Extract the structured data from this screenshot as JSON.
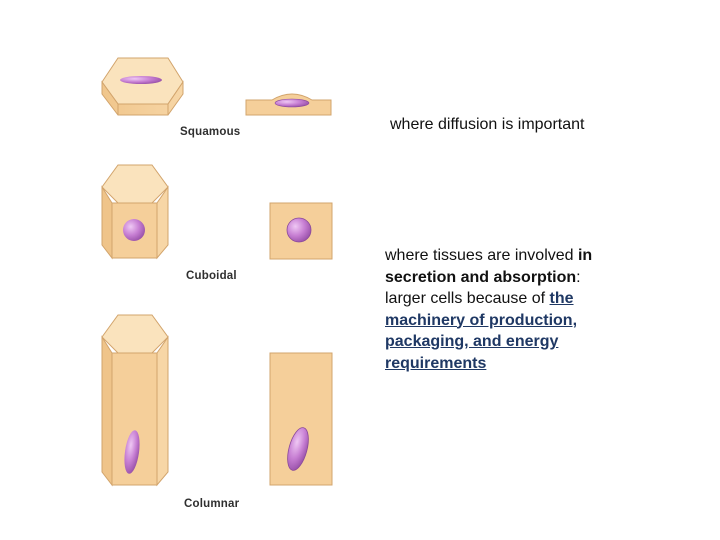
{
  "labels": {
    "squamous": "Squamous",
    "cuboidal": "Cuboidal",
    "columnar": "Columnar"
  },
  "notes": {
    "squamous": "where diffusion is important",
    "columnar": {
      "part1": "where tissues are involved ",
      "part2_bold": "in secretion and absorption",
      "part3": ": larger cells because of ",
      "link": "the machinery of production, packaging, and energy requirements"
    }
  },
  "colors": {
    "cell_fill": "#f5cf9a",
    "cell_top": "#fae3bd",
    "cell_stroke": "#d2a46c",
    "nucleus": "#c27ad0",
    "nucleus_highlight": "#e8b8ef",
    "link": "#1f3864"
  }
}
